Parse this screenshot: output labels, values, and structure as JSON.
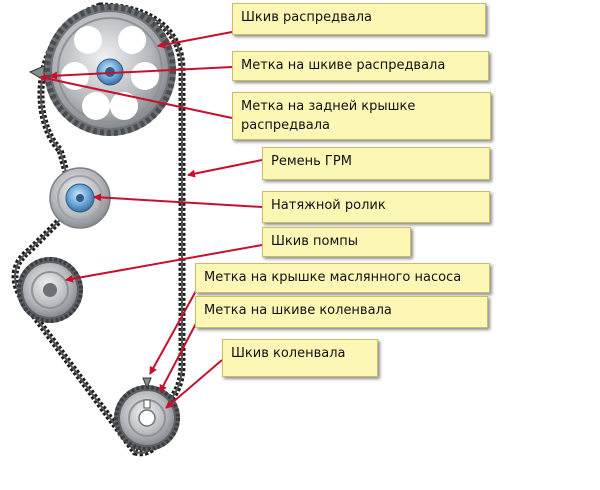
{
  "labels": {
    "camshaft_pulley": "Шкив распредвала",
    "camshaft_pulley_mark": "Метка на шкиве распредвала",
    "rear_cover_mark": "Метка на задней крышке распредвала",
    "timing_belt": "Ремень ГРМ",
    "tensioner": "Натяжной ролик",
    "pump_pulley": "Шкив помпы",
    "oil_pump_cover_mark": "Метка на крышке маслянного насоса",
    "crankshaft_pulley_mark": "Метка на шкиве коленвала",
    "crankshaft_pulley": "Шкив коленвала"
  },
  "colors": {
    "callout_fill": "#fdf7b6",
    "callout_border": "#c9bd6a",
    "arrow": "#c8102e",
    "belt": "#1f1f1f",
    "pulley_metal": "#a9acb0",
    "tensioner_blue": "#6aa6d8"
  }
}
